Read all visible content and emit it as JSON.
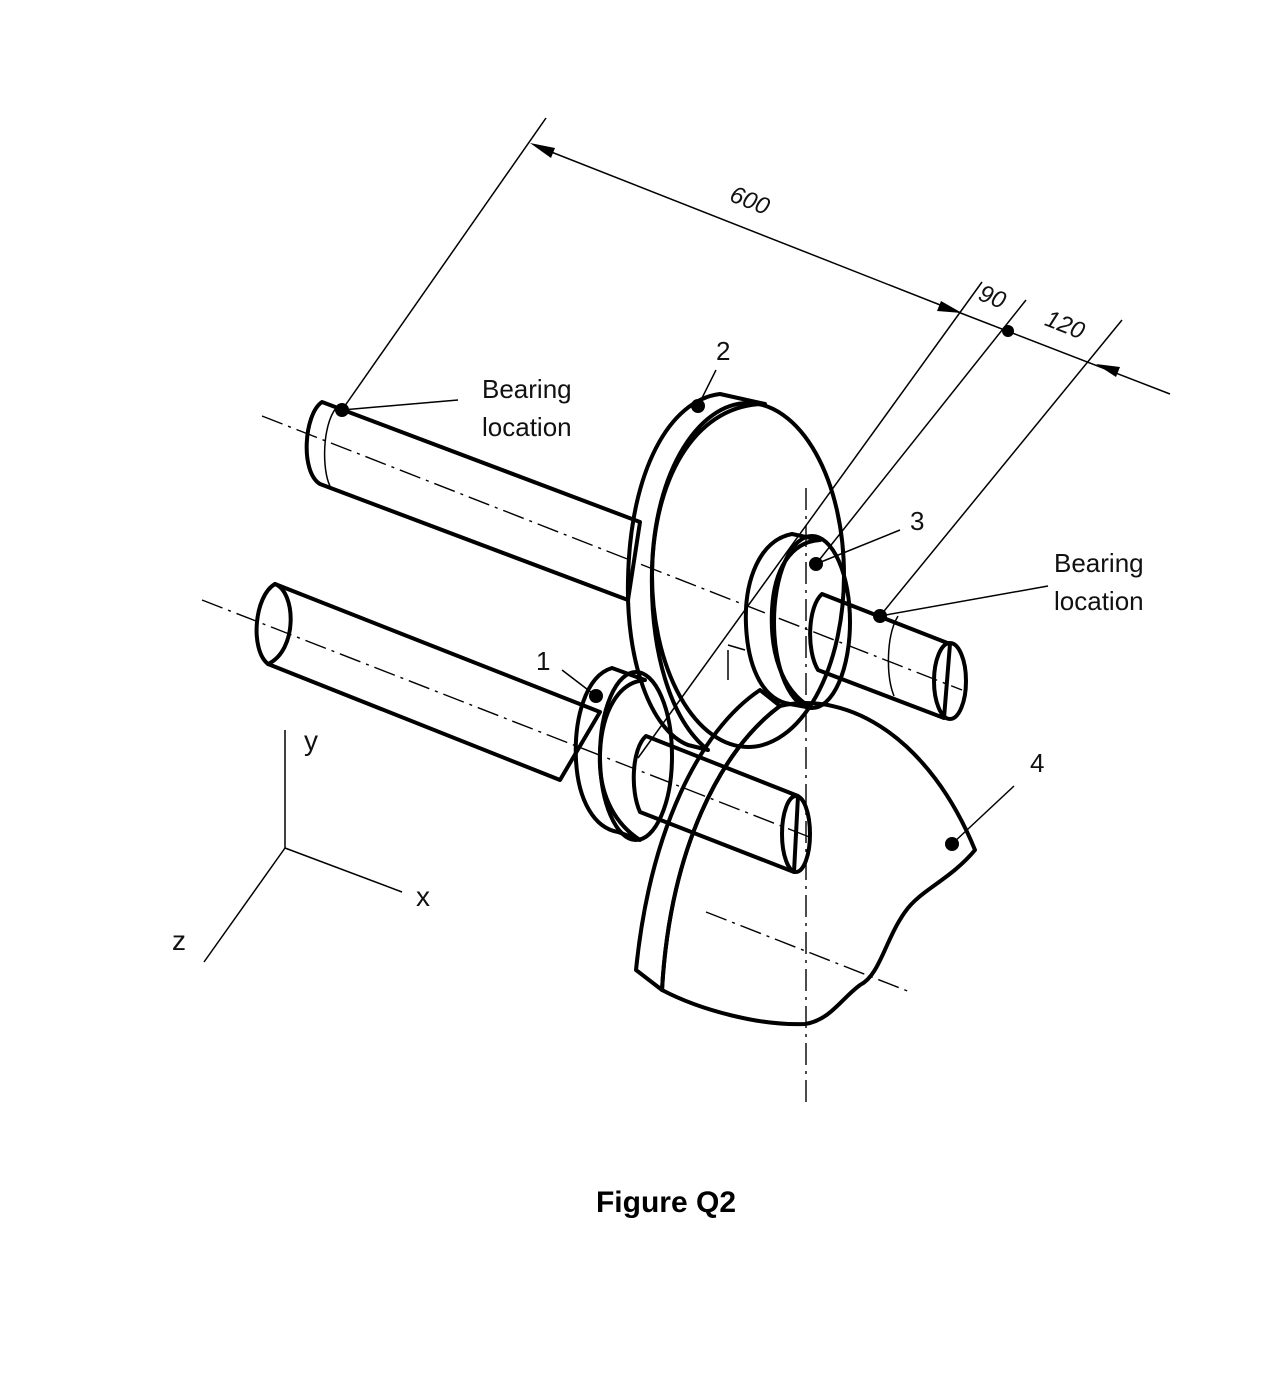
{
  "labels": {
    "bearing_left": [
      "Bearing",
      "location"
    ],
    "bearing_right": [
      "Bearing",
      "location"
    ],
    "gear_1": "1",
    "gear_2": "2",
    "gear_3": "3",
    "gear_4": "4"
  },
  "dimensions": {
    "d1": "600",
    "d2": "90",
    "d3": "120"
  },
  "axes": {
    "x": "x",
    "y": "y",
    "z": "z"
  },
  "caption": "Figure Q2",
  "colors": {
    "gear_face": "#e0e0e0",
    "gear_rim": "#c8c8c8",
    "line": "#000000"
  }
}
